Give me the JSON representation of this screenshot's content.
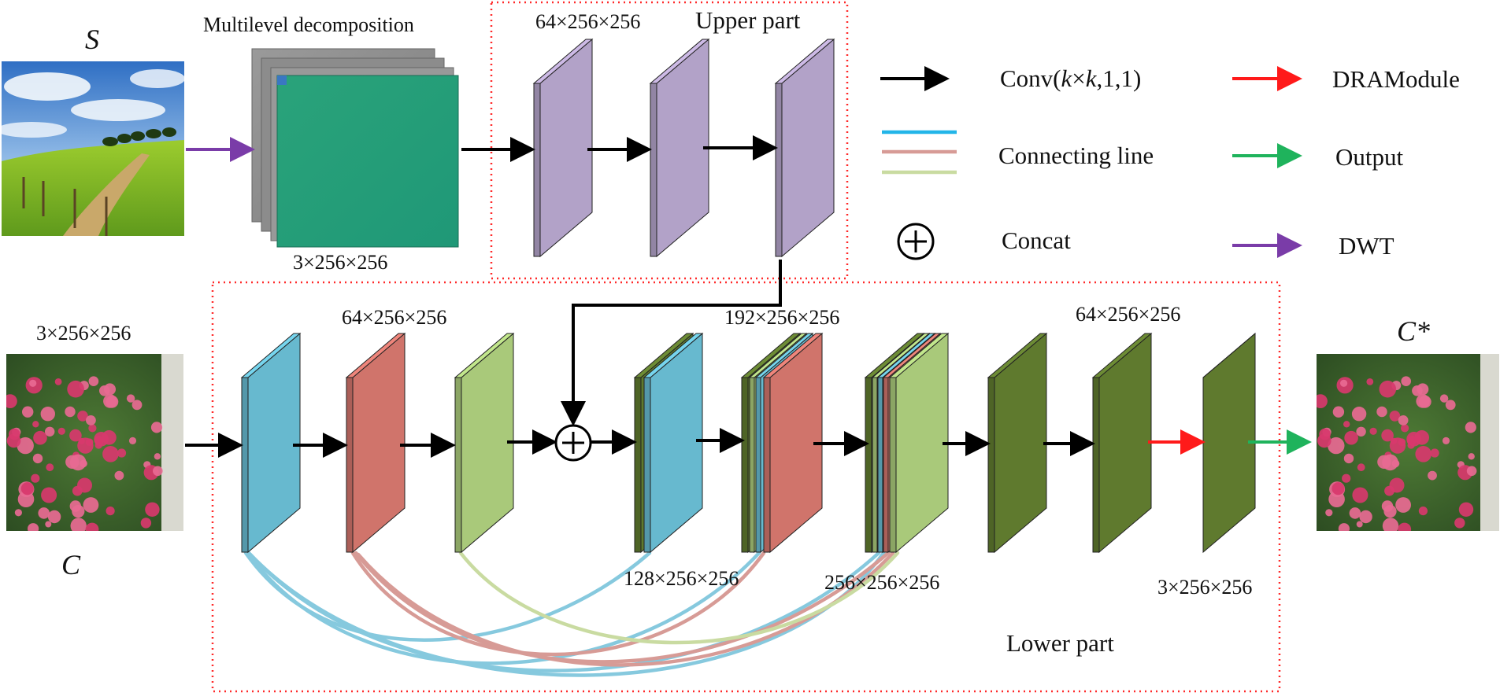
{
  "labels": {
    "style_image": "S",
    "content_image": "C",
    "output_image": "C*",
    "multilevel": "Multilevel decomposition",
    "upper_part": "Upper part",
    "lower_part": "Lower part",
    "dim_s": "3×256×256",
    "dim_upper": "64×256×256",
    "dim_c": "3×256×256",
    "dim_64": "64×256×256",
    "dim_192": "192×256×256",
    "dim_128": "128×256×256",
    "dim_256": "256×256×256",
    "dim_64b": "64×256×256",
    "dim_3out": "3×256×256"
  },
  "legend": {
    "conv_prefix": "Conv(",
    "conv_k1": "k",
    "conv_times": "×",
    "conv_k2": "k",
    "conv_suffix": ",1,1)",
    "connecting": "Connecting line",
    "concat": "Concat",
    "dram": "DRAModule",
    "output": "Output",
    "dwt": "DWT"
  },
  "colors": {
    "blue": "#67b9cf",
    "red": "#d0746b",
    "light_green": "#a9c97a",
    "dark_green": "#5f7a2e",
    "purple": "#b2a2c8",
    "line_blue": "#86c9de",
    "line_red": "#d79b96",
    "line_green": "#c9dba1",
    "arrow_red": "#ff1a1a",
    "arrow_green": "#1fb35c",
    "arrow_purple": "#7a3ca8",
    "box_red": "#ff2a2a"
  }
}
